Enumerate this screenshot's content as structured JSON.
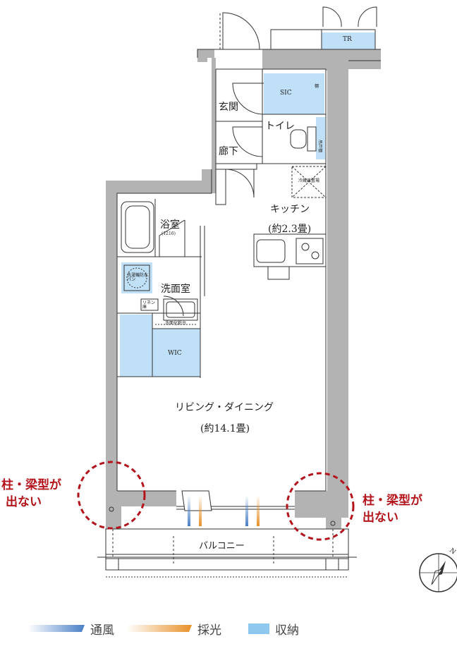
{
  "plan": {
    "rooms": {
      "entrance": "玄関",
      "sic": "SIC",
      "shelf": "棚",
      "toilet": "トイレ",
      "toilet_shelf": "吊戸棚",
      "hallway": "廊下",
      "fridge": "冷蔵庫置場",
      "kitchen": "キッチン",
      "kitchen_area": "(約2.3畳)",
      "bathroom": "浴室",
      "bathroom_size": "(1216)",
      "washroom": "洗面室",
      "washer": "洗濯機防水パン",
      "linen": "リネン庫",
      "vanity": "洗面化粧台",
      "wic": "WIC",
      "living": "リビング・ダイニング",
      "living_area": "(約14.1畳)",
      "balcony": "バルコニー",
      "tr": "TR"
    },
    "callouts": {
      "left_line1": "柱・梁型が",
      "left_line2": "出ない",
      "right_line1": "柱・梁型が",
      "right_line2": "出ない"
    },
    "compass": "N"
  },
  "legend": [
    {
      "label": "通風",
      "color": "#4a7fc6"
    },
    {
      "label": "採光",
      "color": "#e8912a"
    },
    {
      "label": "収納",
      "color": "#8ec8ee"
    }
  ],
  "colors": {
    "storage": "#bfe0f6",
    "wall": "#b3b3b3",
    "callout": "#b3141b"
  }
}
